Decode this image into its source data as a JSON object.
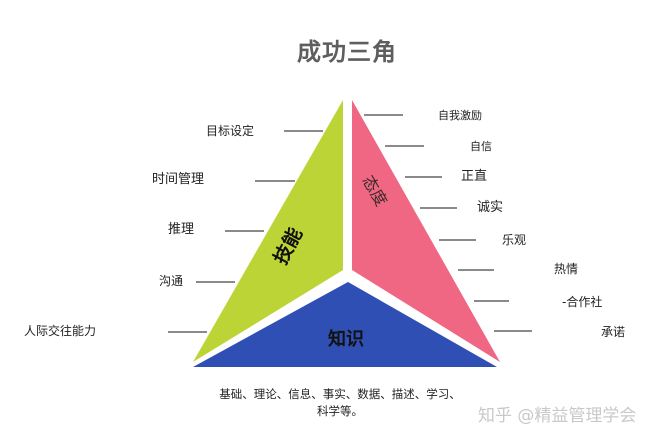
{
  "title": "成功三角",
  "colors": {
    "skills": "#bcd435",
    "attitude": "#ef6782",
    "knowledge": "#2f4fb5",
    "leader_line": "#8a8a8a",
    "title": "#5e5e5e",
    "watermark": "#c9c9c9"
  },
  "segments": {
    "skills": {
      "label": "技能"
    },
    "attitude": {
      "label": "态度"
    },
    "knowledge": {
      "label": "知识"
    }
  },
  "left_items": [
    {
      "label": "目标设定"
    },
    {
      "label": "时间管理"
    },
    {
      "label": "推理"
    },
    {
      "label": "沟通"
    },
    {
      "label": "人际交往能力"
    }
  ],
  "right_items": [
    {
      "label": "自我激励"
    },
    {
      "label": "自信"
    },
    {
      "label": "正直"
    },
    {
      "label": "诚实"
    },
    {
      "label": "乐观"
    },
    {
      "label": "热情"
    },
    {
      "label": "-合作社"
    },
    {
      "label": "承诺"
    }
  ],
  "knowledge_note": {
    "line1": "基础、理论、信息、事实、数据、描述、学习、",
    "line2": "科学等。"
  },
  "watermark": "知乎 @精益管理学会"
}
